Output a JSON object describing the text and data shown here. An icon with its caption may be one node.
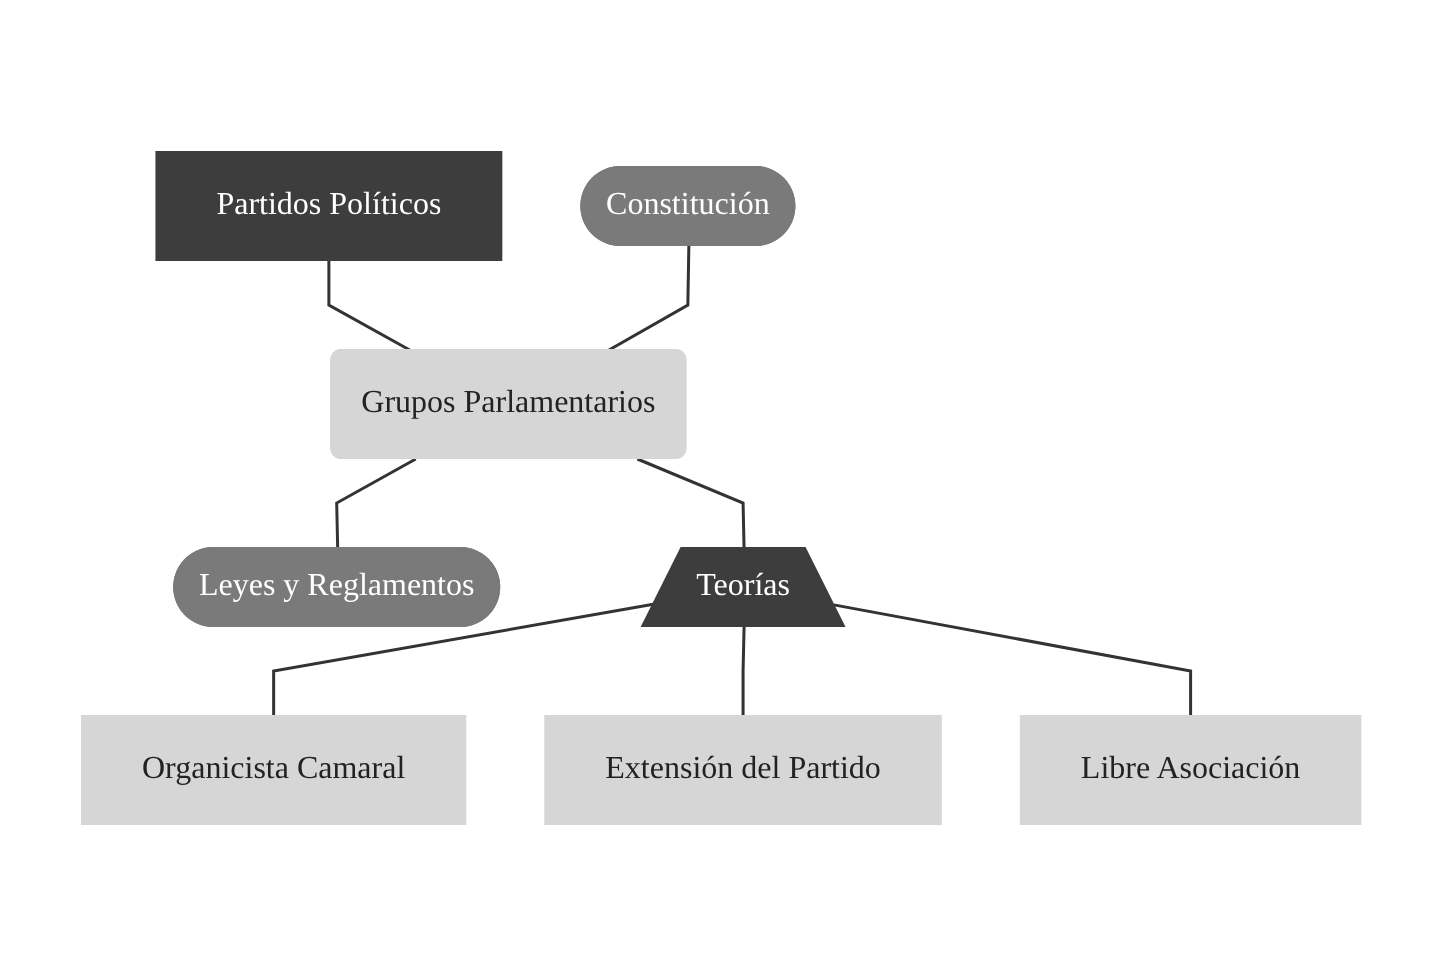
{
  "diagram": {
    "nodes": [
      {
        "text": [
          "Partidos Políticos"
        ]
      },
      {
        "text": [
          "Constitución"
        ]
      },
      {
        "text": [
          "Grupos Parlamentarios"
        ]
      },
      {
        "text": [
          "Leyes y Reglamentos"
        ]
      },
      {
        "text": [
          "Teorías"
        ]
      },
      {
        "text": [
          "Organicista Camaral"
        ]
      },
      {
        "text": [
          "Extensión del Partido"
        ]
      },
      {
        "text": [
          "Libre Asociación"
        ]
      }
    ],
    "edges": [
      {
        "from": 0,
        "to": 2,
        "arrow": "none"
      },
      {
        "from": 1,
        "to": 2,
        "arrow": "none"
      },
      {
        "from": 2,
        "to": 3,
        "arrow": "none"
      },
      {
        "from": 2,
        "to": 4,
        "arrow": "none"
      },
      {
        "from": 4,
        "to": 5,
        "arrow": "none"
      },
      {
        "from": 4,
        "to": 6,
        "arrow": "none"
      },
      {
        "from": 4,
        "to": 7,
        "arrow": "none"
      }
    ]
  }
}
